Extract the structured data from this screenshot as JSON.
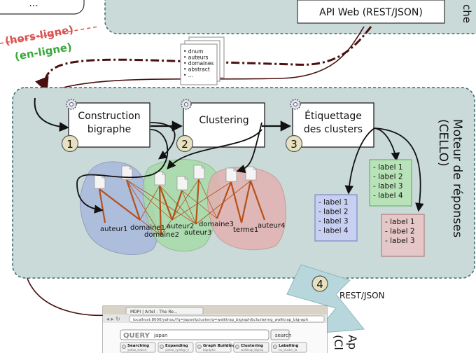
{
  "top_left_box": {
    "text": "..."
  },
  "top_right_panel": {
    "api_box_label": "API Web (REST/JSON)",
    "side_label": "che"
  },
  "mode_labels": {
    "offline": "(hors-ligne)",
    "online": "(en-ligne)"
  },
  "document_fields": [
    "dnum",
    "auteurs",
    "domaines",
    "abstract",
    "..."
  ],
  "engine": {
    "side_label_line1": "Moteur de réponses",
    "side_label_line2": "(CELLO)",
    "steps": [
      {
        "number": "1",
        "line1": "Construction",
        "line2": "bigraphe"
      },
      {
        "number": "2",
        "line1": "Clustering",
        "line2": ""
      },
      {
        "number": "3",
        "line1": "Étiquettage",
        "line2": "des clusters"
      }
    ],
    "graph_nodes": [
      "auteur1",
      "domaine1",
      "domaine2",
      "auteur2",
      "auteur3",
      "domaine3",
      "terme1",
      "auteur4"
    ],
    "label_groups": [
      [
        "label 1",
        "label 2",
        "label 3",
        "label 4"
      ],
      [
        "label 1",
        "label 2",
        "label 3",
        "label 4"
      ],
      [
        "label 1",
        "label 2",
        "label 3"
      ]
    ]
  },
  "rest": {
    "number": "4",
    "label": "REST/JSON"
  },
  "browser": {
    "tab_title": "MDPI | Artel - The Re...",
    "url": "localhost:8000/yahou/?q=japan&cluster/q=walktrap_bigraph&clustering_walktrap_bigraph",
    "query_label": "QUERY",
    "query_value": "japan",
    "search_label": "search",
    "steps": [
      {
        "title": "Searching",
        "sub": "yahoo_search"
      },
      {
        "title": "Expanding",
        "sub": "yahoo_synthgr_e"
      },
      {
        "title": "Graph Building",
        "sub": "bigraphe"
      },
      {
        "title": "Clustering",
        "sub": "walktrap_bigrap"
      },
      {
        "title": "Labelling",
        "sub": "no_cluster_la"
      }
    ],
    "side_label_line1": "Ap",
    "side_label_line2": "(Cl"
  },
  "colors": {
    "panel_fill": "#c9dad8",
    "panel_border": "#3f6e74",
    "offline": "#d9534f",
    "online": "#3aa83a",
    "arrow_dark": "#4a1010",
    "cluster_blue": "#a9b8dd",
    "cluster_green": "#a8dca8",
    "cluster_red": "#e2b1b1",
    "edge_brown": "#b5501a"
  }
}
